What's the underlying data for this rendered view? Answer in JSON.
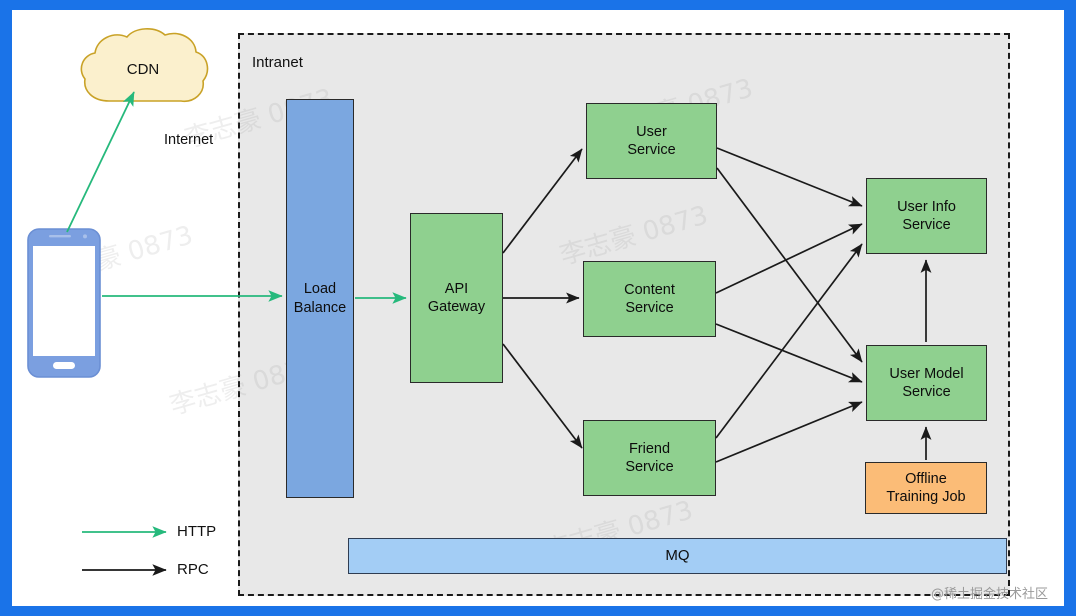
{
  "frame": {
    "border_color": "#1a73e8",
    "canvas_background": "#ffffff"
  },
  "regions": {
    "intranet": {
      "label": "Intranet",
      "background": "#e8e8e8",
      "border_style": "dashed",
      "border_color": "#1a1a1a"
    },
    "internet": {
      "label": "Internet"
    }
  },
  "nodes": {
    "cdn": {
      "label": "CDN",
      "fill": "#fbf0cd",
      "stroke": "#c9a227",
      "shape": "cloud"
    },
    "phone": {
      "label": "",
      "fill": "#7b9fe0",
      "stroke": "#6b8fd4",
      "shape": "smartphone"
    },
    "load_balance": {
      "label": "Load\nBalance",
      "fill": "#7ba7e0",
      "stroke": "#2a2a2a",
      "shape": "rect"
    },
    "api_gateway": {
      "label": "API\nGateway",
      "fill": "#8fd08f",
      "stroke": "#2a2a2a",
      "shape": "rect"
    },
    "user_service": {
      "label": "User\nService",
      "fill": "#8fd08f",
      "stroke": "#2a2a2a",
      "shape": "rect"
    },
    "content_service": {
      "label": "Content\nService",
      "fill": "#8fd08f",
      "stroke": "#2a2a2a",
      "shape": "rect"
    },
    "friend_service": {
      "label": "Friend\nService",
      "fill": "#8fd08f",
      "stroke": "#2a2a2a",
      "shape": "rect"
    },
    "user_info": {
      "label": "User Info\nService",
      "fill": "#8fd08f",
      "stroke": "#2a2a2a",
      "shape": "rect"
    },
    "user_model": {
      "label": "User Model\nService",
      "fill": "#8fd08f",
      "stroke": "#2a2a2a",
      "shape": "rect"
    },
    "offline_job": {
      "label": "Offline\nTraining Job",
      "fill": "#fbbc77",
      "stroke": "#8a5a1e",
      "shape": "rect"
    },
    "mq": {
      "label": "MQ",
      "fill": "#a3cdf5",
      "stroke": "#2f3d52",
      "shape": "rect"
    }
  },
  "legend": {
    "items": [
      {
        "label": "HTTP",
        "color": "#26b97c",
        "kind": "arrow"
      },
      {
        "label": "RPC",
        "color": "#1a1a1a",
        "kind": "arrow"
      }
    ]
  },
  "edges": [
    {
      "from": "phone",
      "to": "cdn",
      "protocol": "HTTP"
    },
    {
      "from": "phone",
      "to": "load_balance",
      "protocol": "HTTP"
    },
    {
      "from": "load_balance",
      "to": "api_gateway",
      "protocol": "HTTP"
    },
    {
      "from": "api_gateway",
      "to": "user_service",
      "protocol": "RPC"
    },
    {
      "from": "api_gateway",
      "to": "content_service",
      "protocol": "RPC"
    },
    {
      "from": "api_gateway",
      "to": "friend_service",
      "protocol": "RPC"
    },
    {
      "from": "user_service",
      "to": "user_info",
      "protocol": "RPC"
    },
    {
      "from": "user_service",
      "to": "user_model",
      "protocol": "RPC"
    },
    {
      "from": "content_service",
      "to": "user_info",
      "protocol": "RPC"
    },
    {
      "from": "content_service",
      "to": "user_model",
      "protocol": "RPC"
    },
    {
      "from": "friend_service",
      "to": "user_info",
      "protocol": "RPC"
    },
    {
      "from": "friend_service",
      "to": "user_model",
      "protocol": "RPC"
    },
    {
      "from": "user_model",
      "to": "user_info",
      "protocol": "RPC"
    },
    {
      "from": "offline_job",
      "to": "user_model",
      "protocol": "RPC"
    }
  ],
  "watermarks": {
    "tiles": [
      "李志豪 0873",
      "李志豪 0873",
      "李志豪 0873",
      "李志豪 0873",
      "李志豪 0873",
      "李志豪 0873"
    ],
    "footer": "@稀土掘金技术社区"
  }
}
